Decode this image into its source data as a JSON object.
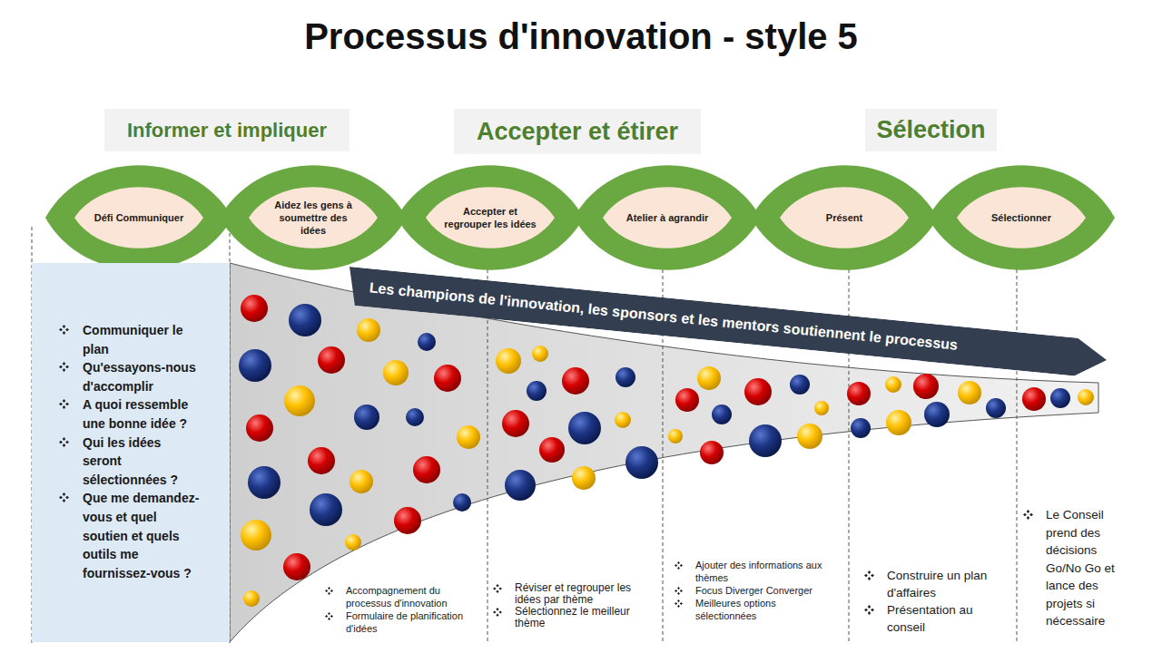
{
  "diagram": {
    "title": "Processus d'innovation - style 5",
    "nodes": [
      {
        "text": [
          "Informer et impliquer"
        ]
      },
      {
        "text": [
          "Accepter et étirer"
        ]
      },
      {
        "text": [
          "Sélection"
        ]
      },
      {
        "text": [
          "Défi Communiquer"
        ]
      },
      {
        "text": [
          "Aidez les gens à soumettre des idées"
        ]
      },
      {
        "text": [
          "Accepter et regrouper les idées"
        ]
      },
      {
        "text": [
          "Atelier à agrandir"
        ]
      },
      {
        "text": [
          "Présent"
        ]
      },
      {
        "text": [
          "Sélectionner"
        ]
      },
      {
        "text": [
          "Communiquer le plan",
          "Qu'essayons-nous d'accomplir",
          "A quoi ressemble une bonne idée ?",
          "Qui les idées seront sélectionnées ?",
          "Que me demandez-vous et quel soutien et quels outils me fournissez-vous ?"
        ]
      },
      {
        "text": [
          "Les champions de l'innovation, les sponsors et les mentors soutiennent le processus"
        ]
      }
    ],
    "labels": [
      "Accompagnement du processus d'innovation",
      "Formulaire de planification d'idées",
      "Réviser et regrouper les idées par thème",
      "Sélectionnez le meilleur thème",
      "Ajouter des informations aux thèmes",
      "Focus Diverger Converger",
      "Meilleures options sélectionnées",
      "Construire un plan d'affaires",
      "Présentation au conseil",
      "Le Conseil prend des décisions Go/No Go et lance des projets si nécessaire"
    ]
  }
}
